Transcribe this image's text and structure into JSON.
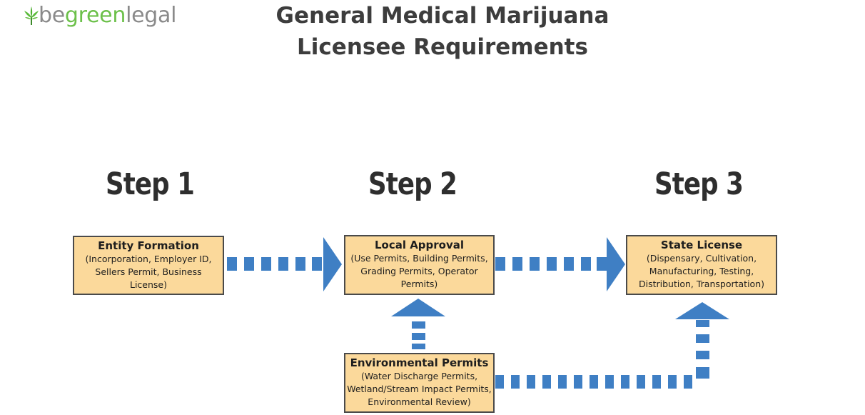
{
  "logo": {
    "text_a": "be",
    "text_b": "green",
    "text_c": "legal",
    "icon": "leaf-icon"
  },
  "title": {
    "line1": "General Medical Marijuana",
    "line2": "Licensee Requirements"
  },
  "steps": [
    {
      "label": "Step 1"
    },
    {
      "label": "Step 2"
    },
    {
      "label": "Step 3"
    }
  ],
  "boxes": {
    "entity": {
      "title": "Entity Formation",
      "lines": [
        "(Incorporation, Employer ID,",
        "Sellers Permit, Business",
        "License)"
      ]
    },
    "local": {
      "title": "Local Approval",
      "lines": [
        "(Use Permits, Building Permits,",
        "Grading Permits, Operator",
        "Permits)"
      ]
    },
    "state": {
      "title": "State License",
      "lines": [
        "(Dispensary, Cultivation,",
        "Manufacturing, Testing,",
        "Distribution, Transportation)"
      ]
    },
    "environmental": {
      "title": "Environmental Permits",
      "lines": [
        "(Water Discharge Permits,",
        "Wetland/Stream Impact Permits,",
        "Environmental Review)"
      ]
    }
  },
  "colors": {
    "arrow": "#3f7fc4",
    "box_fill": "#fbd99b",
    "box_border": "#4a4a4a",
    "logo_green": "#6cc04a",
    "logo_gray": "#8a8a8a"
  }
}
